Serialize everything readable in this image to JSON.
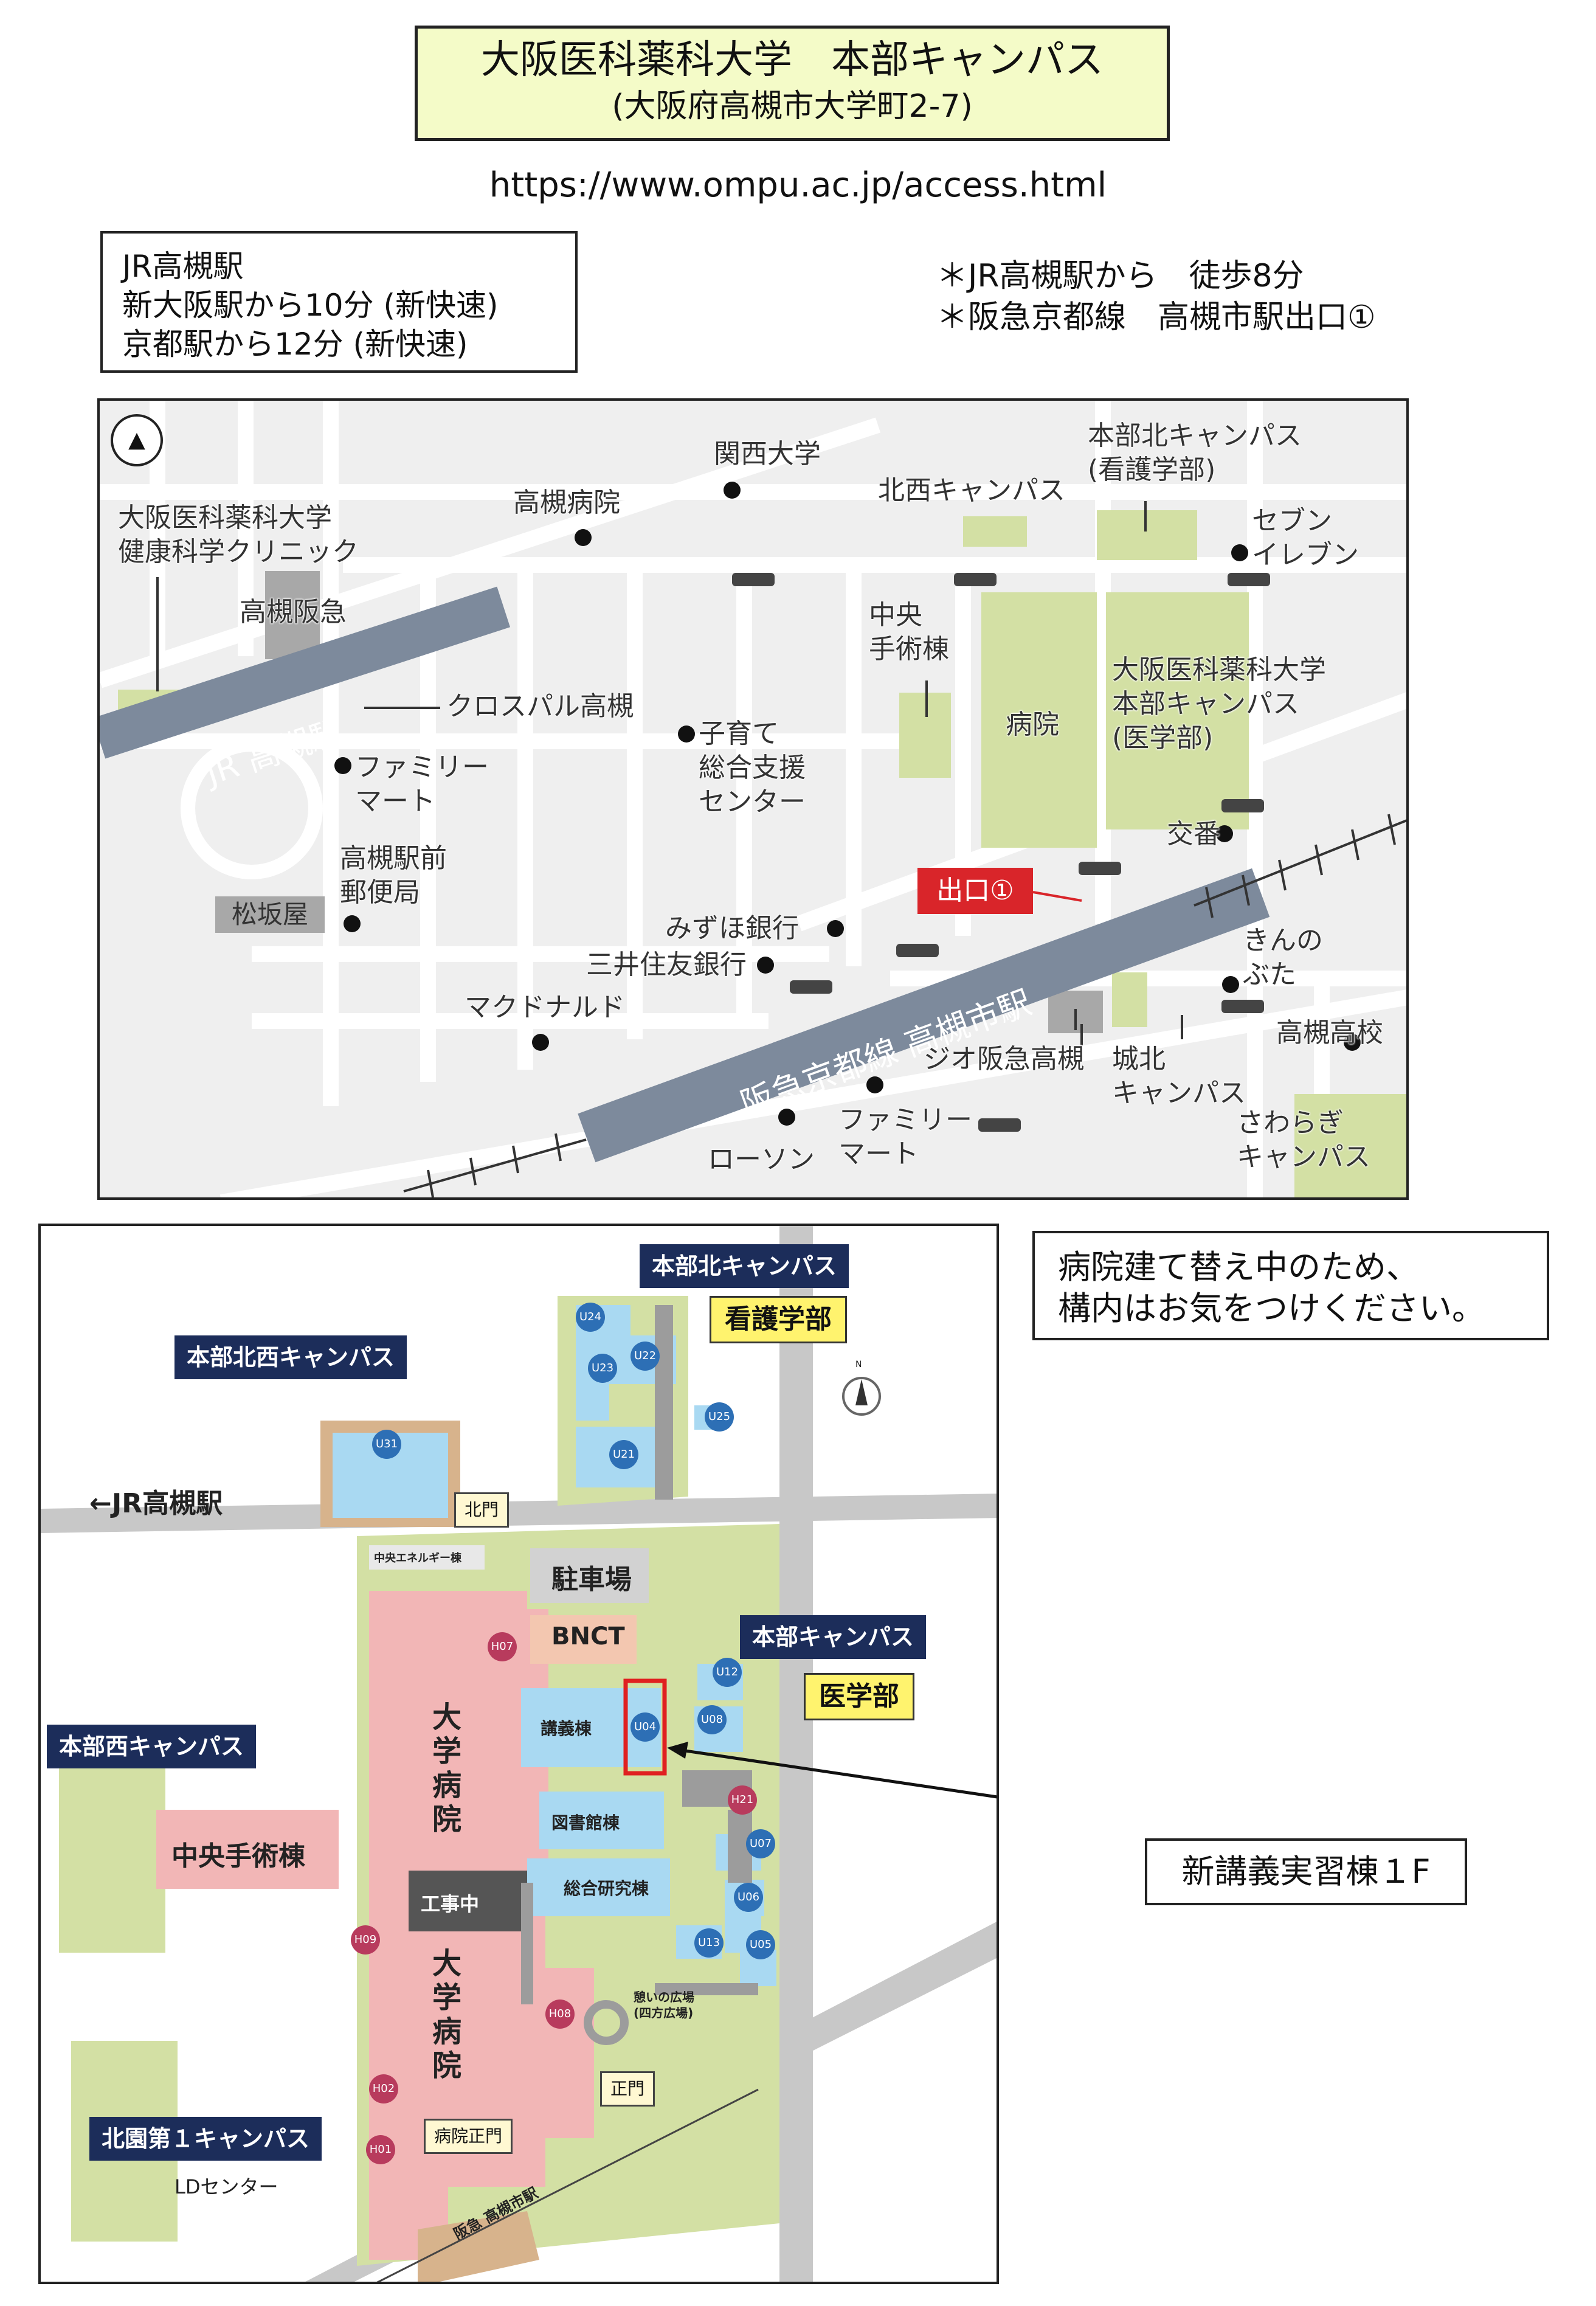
{
  "header": {
    "title": "大阪医科薬科大学　本部キャンパス",
    "address": "(大阪府高槻市大学町2-7)",
    "url": "https://www.ompu.ac.jp/access.html"
  },
  "train_info": {
    "lines": [
      "JR高槻駅",
      "新大阪駅から10分 (新快速)",
      "京都駅から12分 (新快速)"
    ]
  },
  "access_notes": [
    "＊JR高槻駅から　徒歩8分",
    "＊阪急京都線　高槻市駅出口①"
  ],
  "area_map": {
    "rail_jr": "JR 高槻駅",
    "rail_hankyu": "阪急京都線 高槻市駅",
    "exit_label": "出口①",
    "places": {
      "kansai_univ": "関西大学",
      "takatsuki_hospital": "高槻病院",
      "clinic": "大阪医科薬科大学\n健康科学クリニック",
      "takatsuki_hankyu": "高槻阪急",
      "crosspal": "クロスパル高槻",
      "family_mart_1": "ファミリー\nマート",
      "post_office": "高槻駅前\n郵便局",
      "matsuzakaya": "松坂屋",
      "kosodate": "子育て\n総合支援\nセンター",
      "mizuho": "みずほ銀行",
      "mitsui": "三井住友銀行",
      "mcdonalds": "マクドナルド",
      "hokusei_campus": "北西キャンパス",
      "honbu_north": "本部北キャンパス\n(看護学部)",
      "seven_eleven": "セブン\nイレブン",
      "central_surgery": "中央\n手術棟",
      "hospital": "病院",
      "main_campus": "大阪医科薬科大学\n本部キャンパス\n(医学部)",
      "koban": "交番",
      "kinnobuta": "きんの\nぶた",
      "takatsuki_hs": "高槻高校",
      "zio": "ジオ阪急高槻",
      "johoku": "城北\nキャンパス",
      "sawaragi": "さわらぎ\nキャンパス",
      "family_mart_2": "ファミリー\nマート",
      "lawson": "ローソン"
    }
  },
  "campus_map": {
    "labels": {
      "honbu_north": "本部北キャンパス",
      "nursing": "看護学部",
      "honbu_northwest": "本部北西キャンパス",
      "jr_direction": "←JR高槻駅",
      "north_gate": "北門",
      "energy": "中央エネルギー棟",
      "parking": "駐車場",
      "bnct": "BNCT",
      "honbu_campus": "本部キャンパス",
      "medicine": "医学部",
      "honbu_west": "本部西キャンパス",
      "lecture": "講義棟",
      "univ_hospital": "大学病院",
      "central_surgery": "中央手術棟",
      "construction": "工事中",
      "library": "図書館棟",
      "research": "総合研究棟",
      "plaza": "憩いの広場\n(四方広場)",
      "main_gate": "正門",
      "hospital_gate": "病院正門",
      "kitazono": "北園第１キャンパス",
      "ld_center": "LDセンター",
      "hankyu_station": "阪急 高槻市駅",
      "north_symbol": "N"
    },
    "building_codes": [
      "U24",
      "U22",
      "U23",
      "U21",
      "U25",
      "U31",
      "H07",
      "U12",
      "U08",
      "U04",
      "H21",
      "U07",
      "U06",
      "U13",
      "U05",
      "H09",
      "H08",
      "H02",
      "H01"
    ]
  },
  "notice": "病院建て替え中のため、\n構内はお気をつけください。",
  "callout": "新講義実習棟１F",
  "colors": {
    "title_bg": "#f4fbc8",
    "campus_green": "#d3e0a4",
    "road_gray": "#c8c8c8",
    "rail_blue_gray": "#7d8a9c",
    "exit_red": "#d9252a",
    "navy": "#1c2d5a",
    "badge_yellow": "#fff36e",
    "hospital_pink": "#f2b6b6",
    "building_blue": "#a9d9f2",
    "highlight_red": "#e02020"
  }
}
